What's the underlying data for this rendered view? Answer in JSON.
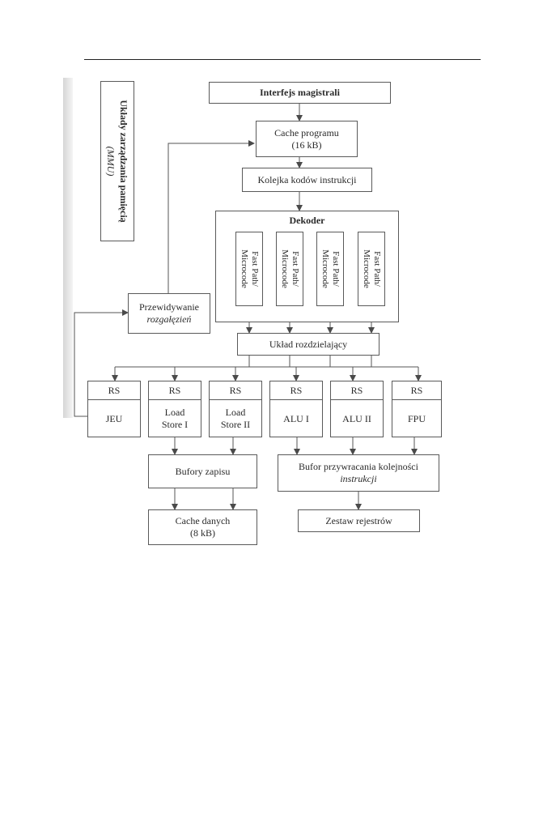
{
  "mmu": {
    "line1": "Układy zarządzania pamięcią",
    "line2": "(MMU)"
  },
  "bus_interface": "Interfejs magistrali",
  "program_cache": {
    "line1": "Cache programu",
    "line2": "(16 kB)"
  },
  "instruction_queue": "Kolejka kodów instrukcji",
  "decoder": {
    "title": "Dekoder",
    "units": [
      {
        "line1": "Fast Path/",
        "line2": "Microcode"
      },
      {
        "line1": "Fast Path/",
        "line2": "Microcode"
      },
      {
        "line1": "Fast Path/",
        "line2": "Microcode"
      },
      {
        "line1": "Fast Path/",
        "line2": "Microcode"
      }
    ]
  },
  "branch_prediction": {
    "line1": "Przewidywanie",
    "line2": "rozgałęzień"
  },
  "dispatch_unit": "Układ rozdzielający",
  "stations": [
    {
      "rs": "RS",
      "line1": "JEU",
      "line2": ""
    },
    {
      "rs": "RS",
      "line1": "Load",
      "line2": "Store I"
    },
    {
      "rs": "RS",
      "line1": "Load",
      "line2": "Store II"
    },
    {
      "rs": "RS",
      "line1": "ALU I",
      "line2": ""
    },
    {
      "rs": "RS",
      "line1": "ALU II",
      "line2": ""
    },
    {
      "rs": "RS",
      "line1": "FPU",
      "line2": ""
    }
  ],
  "write_buffers": "Bufory zapisu",
  "reorder_buffer": {
    "line1": "Bufor przywracania kolejności",
    "line2": "instrukcji"
  },
  "data_cache": {
    "line1": "Cache danych",
    "line2": "(8 kB)"
  },
  "register_set": "Zestaw rejestrów"
}
